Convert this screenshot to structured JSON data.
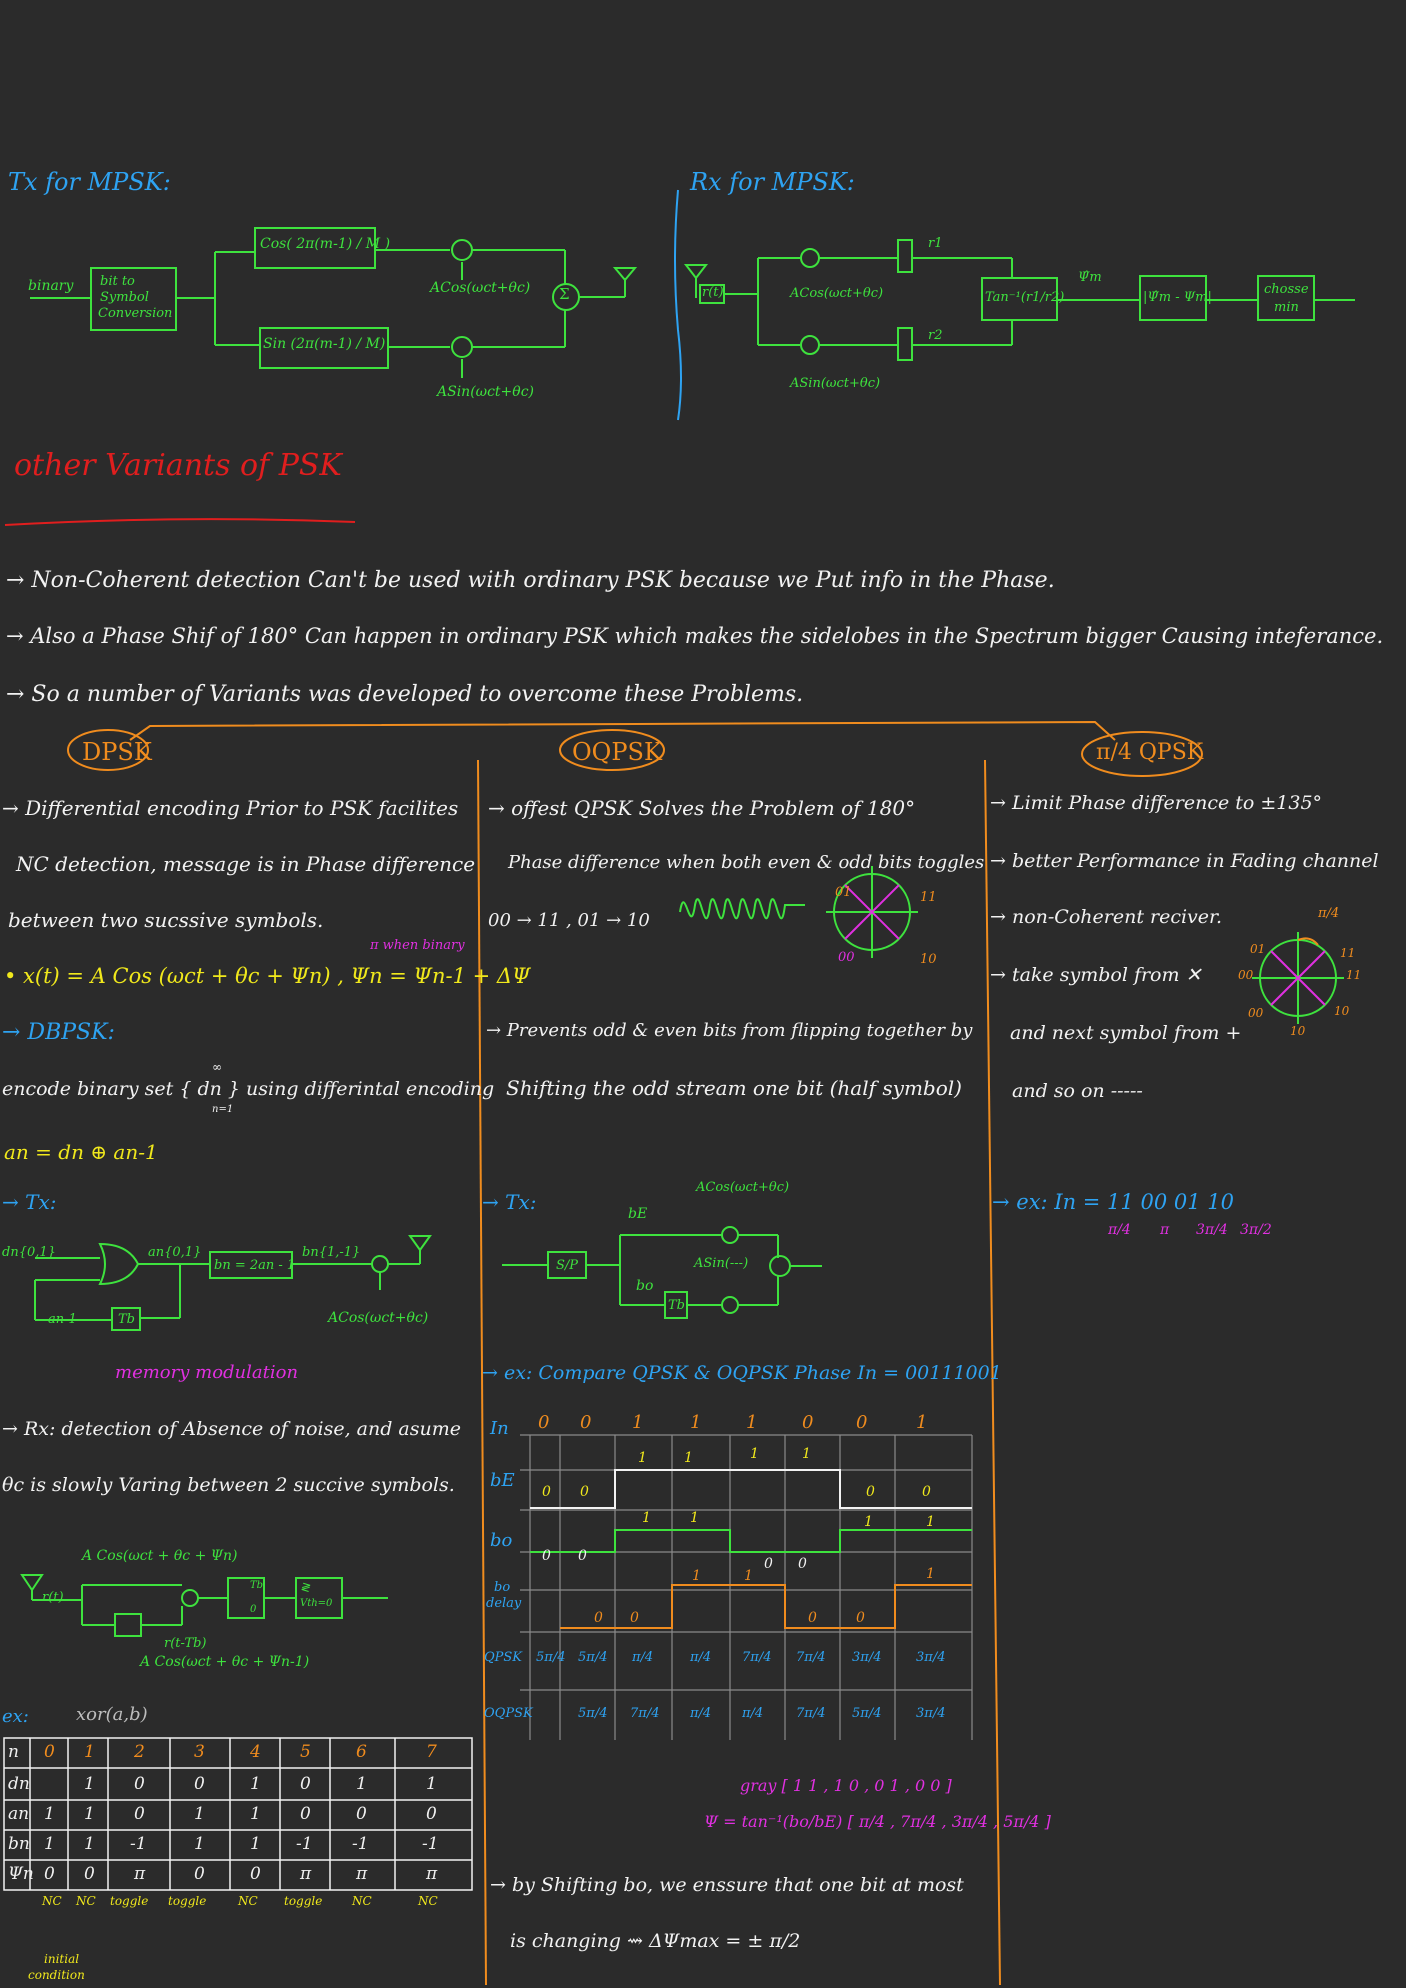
{
  "tx_title": "Tx for MPSK:",
  "rx_title": "Rx for MPSK:",
  "tx": {
    "binary": "binary",
    "bit_to": "bit to",
    "symbol": "Symbol",
    "conversion": "Conversion",
    "cos_block": "Cos( 2π(m-1) / M )",
    "sin_block": "Sin (2π(m-1) / M)",
    "carrier_cos": "ACos(ωct+θc)",
    "carrier_sin": "ASin(ωct+θc)",
    "sum": "Σ"
  },
  "rx": {
    "rt": "r(t)",
    "carrier_cos": "ACos(ωct+θc)",
    "carrier_sin": "ASin(ωct+θc)",
    "r1": "r1",
    "r2": "r2",
    "atan": "Tan⁻¹(r1/r2)",
    "psi_hat": "Ψ̂m",
    "abs": "|Ψ̂m - Ψm|",
    "choose1": "chosse",
    "choose2": "min"
  },
  "section_title": "other Variants of PSK",
  "intro": [
    "→ Non-Coherent detection Can't be used with ordinary PSK because we Put info in the Phase.",
    "→ Also a Phase Shif of 180° Can happen in ordinary PSK which makes the sidelobes in the Spectrum bigger Causing inteferance.",
    "→ So a number of Variants was developed to overcome these Problems."
  ],
  "heads": {
    "dpsk": "DPSK",
    "oqpsk": "OQPSK",
    "pi4": "π/4 QPSK"
  },
  "dpsk": {
    "l1": "→ Differential encoding Prior to PSK facilites",
    "l2": "NC detection, message is in Phase difference",
    "l3": "between two sucssive symbols.",
    "pi_note": "π when binary",
    "eq": "• x(t) = A Cos (ωct + θc + Ψn)   , Ψn = Ψn-1 + ΔΨ",
    "dbpsk": "→ DBPSK:",
    "encode": "encode binary set { dn } using differintal encoding",
    "sum_top": "∞",
    "sum_bot": "n=1",
    "an_eq": "an = dn ⊕ an-1",
    "tx": "→ Tx:",
    "dn": "dn{0,1}",
    "an": "an{0,1}",
    "bn_block": "bn = 2an - 1",
    "bn_out": "bn{1,-1}",
    "an1": "an-1",
    "tb": "Tb",
    "carrier": "ACos(ωct+θc)",
    "memory": "memory modulation",
    "rx_l1": "→ Rx: detection of Absence of noise, and asume",
    "rx_l2": "θc is slowly Varing between 2 succive symbols.",
    "rx_carrier": "A Cos(ωct + θc + Ψn)",
    "rt": "r(t)",
    "rtdelay": "r(t-Tb)",
    "rx_carrier2": "A Cos(ωct + θc + Ψn-1)",
    "int_top": "Tb",
    "int_bot": "0",
    "dec_top": "≷",
    "dec_bot": "Vth=0",
    "ex": "ex:",
    "xor": "xor(a,b)",
    "row_heads": [
      "n",
      "dn",
      "an",
      "bn",
      "Ψn"
    ],
    "cols": [
      "0",
      "1",
      "2",
      "3",
      "4",
      "5",
      "6",
      "7"
    ],
    "dn_row": [
      "",
      "1",
      "0",
      "0",
      "1",
      "0",
      "1",
      "1"
    ],
    "an_row": [
      "1",
      "1",
      "0",
      "1",
      "1",
      "0",
      "0",
      "0"
    ],
    "bn_row": [
      "1",
      "1",
      "-1",
      "1",
      "1",
      "-1",
      "-1",
      "-1"
    ],
    "psi_row": [
      "0",
      "0",
      "π",
      "0",
      "0",
      "π",
      "π",
      "π"
    ],
    "notes": [
      "NC",
      "NC",
      "toggle",
      "toggle",
      "NC",
      "toggle",
      "NC",
      "NC"
    ],
    "initial": "initial",
    "condition": "condition"
  },
  "oqpsk": {
    "l1": "→ offest QPSK Solves the Problem of 180°",
    "l2": "Phase difference when both even & odd bits toggles",
    "l3": "00 → 11 , 01 → 10",
    "c_01": "01",
    "c_11": "11",
    "c_00": "00",
    "c_10": "10",
    "l4": "→ Prevents odd & even bits from flipping together by",
    "l5": "Shifting the odd stream one bit (half symbol)",
    "tx": "→ Tx:",
    "sp": "S/P",
    "be": "bE",
    "bo": "bo",
    "tb": "Tb",
    "carrier_cos": "ACos(ωct+θc)",
    "carrier_sin": "ASin(---)",
    "ex": "→ ex: Compare QPSK & OQPSK Phase In = 00111001",
    "In": "In",
    "In_bits": [
      "0",
      "0",
      "1",
      "1",
      "1",
      "0",
      "0",
      "1"
    ],
    "be_bits": [
      "0",
      "0",
      "1",
      "1",
      "1",
      "1",
      "0",
      "0"
    ],
    "bo_bits": [
      "0",
      "0",
      "1",
      "1",
      "0",
      "0",
      "1",
      "1"
    ],
    "bo_delay_bits": [
      "0",
      "0",
      "1",
      "1",
      "0",
      "0",
      "1"
    ],
    "row_be": "bE",
    "row_bo": "bo",
    "row_delay1": "bo",
    "row_delay2": "delay",
    "row_qpsk": "QPSK",
    "row_oqpsk": "OQPSK",
    "qpsk_vals": [
      "5π/4",
      "5π/4",
      "π/4",
      "π/4",
      "7π/4",
      "7π/4",
      "3π/4",
      "3π/4"
    ],
    "oqpsk_vals": [
      "5π/4",
      "7π/4",
      "π/4",
      "π/4",
      "7π/4",
      "5π/4",
      "3π/4"
    ],
    "gray": "gray [ 1 1 , 1 0 , 0 1 , 0 0 ]",
    "psi_map": "Ψ = tan⁻¹(bo/bE) [ π/4 , 7π/4 , 3π/4 , 5π/4 ]",
    "b1": "→ by Shifting bo, we enssure that one bit at most",
    "b2": "is changing ⇝ ΔΨmax = ± π/2"
  },
  "pi4": {
    "l1": "→ Limit Phase difference to ±135°",
    "l2": "→ better Performance in Fading channel",
    "l3": "→ non-Coherent reciver.",
    "l4": "→ take symbol from ✕",
    "l5": "and next symbol from +",
    "l6": "and so on -----",
    "pi4": "π/4",
    "c_01": "01",
    "c_11a": "11",
    "c_11b": "11",
    "c_00a": "00",
    "c_00b": "00",
    "c_10a": "10",
    "c_10b": "10",
    "ex": "→ ex: In = 11 00 01 10",
    "ex_vals": [
      "π/4",
      "π",
      "3π/4",
      "3π/2"
    ]
  },
  "colors": {
    "bg": "#2b2b2b",
    "text": "#f2f2f2",
    "blue": "#2ea3f2",
    "green": "#3ee23e",
    "yellow": "#f0e81c",
    "magenta": "#e030e0",
    "orange": "#f08c1e",
    "red": "#e01e1e"
  }
}
